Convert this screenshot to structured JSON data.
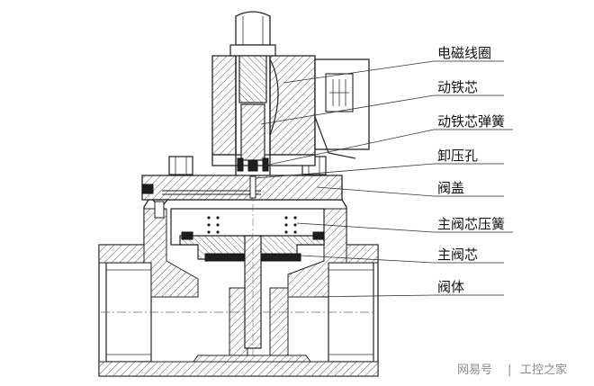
{
  "labels": [
    {
      "key": "coil",
      "text": "电磁线圈"
    },
    {
      "key": "plunger",
      "text": "动铁芯"
    },
    {
      "key": "plunger_spring",
      "text": "动铁芯弹簧"
    },
    {
      "key": "pilot_hole",
      "text": "卸压孔"
    },
    {
      "key": "bonnet",
      "text": "阀盖"
    },
    {
      "key": "main_spring",
      "text": "主阀芯压簧"
    },
    {
      "key": "main_core",
      "text": "主阀芯"
    },
    {
      "key": "body",
      "text": "阀体"
    }
  ],
  "watermark": {
    "source": "网易号",
    "separator": "|",
    "author": "工控之家"
  },
  "colors": {
    "line": "#222222",
    "hatch": "#555555",
    "background": "#ffffff"
  }
}
